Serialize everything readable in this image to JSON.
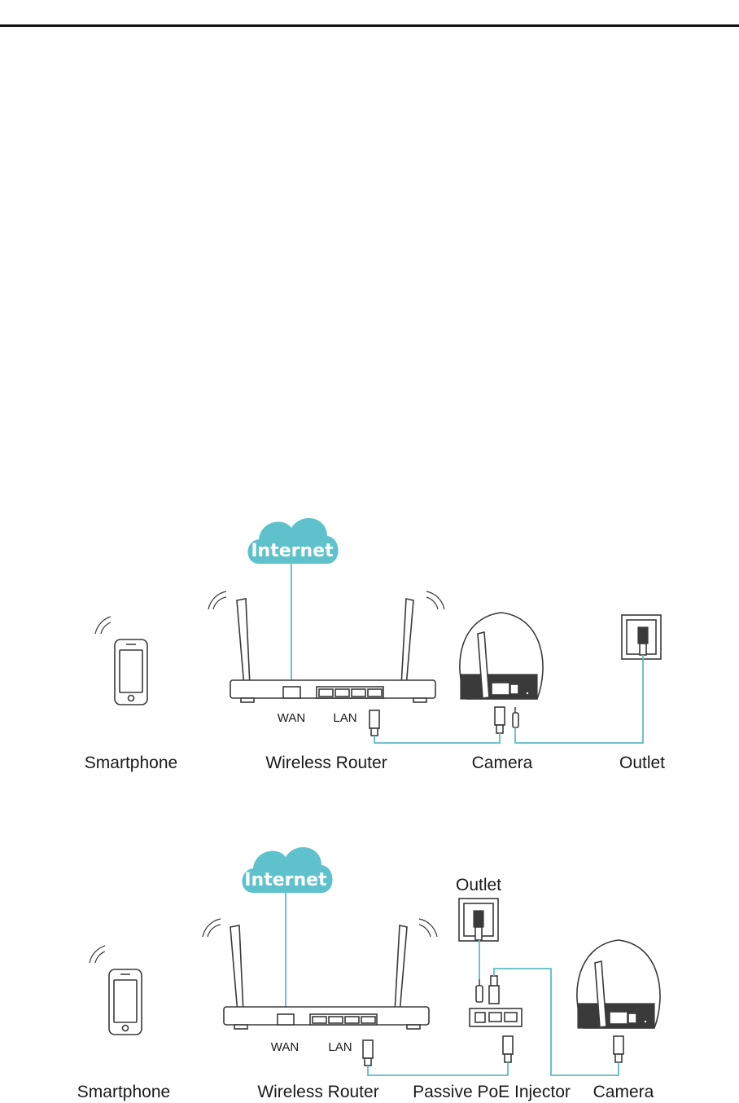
{
  "colors": {
    "cloud": "#5fc1cb",
    "cable": "#5fb9c8",
    "device_stroke": "#3a3a3a"
  },
  "diagram1": {
    "cloud_label": "Internet",
    "wan_label": "WAN",
    "lan_label": "LAN",
    "labels": {
      "smartphone": "Smartphone",
      "router": "Wireless Router",
      "camera": "Camera",
      "outlet": "Outlet"
    }
  },
  "diagram2": {
    "cloud_label": "Internet",
    "wan_label": "WAN",
    "lan_label": "LAN",
    "labels": {
      "smartphone": "Smartphone",
      "router": "Wireless Router",
      "injector": "Passive PoE Injector",
      "camera": "Camera",
      "outlet": "Outlet"
    }
  }
}
